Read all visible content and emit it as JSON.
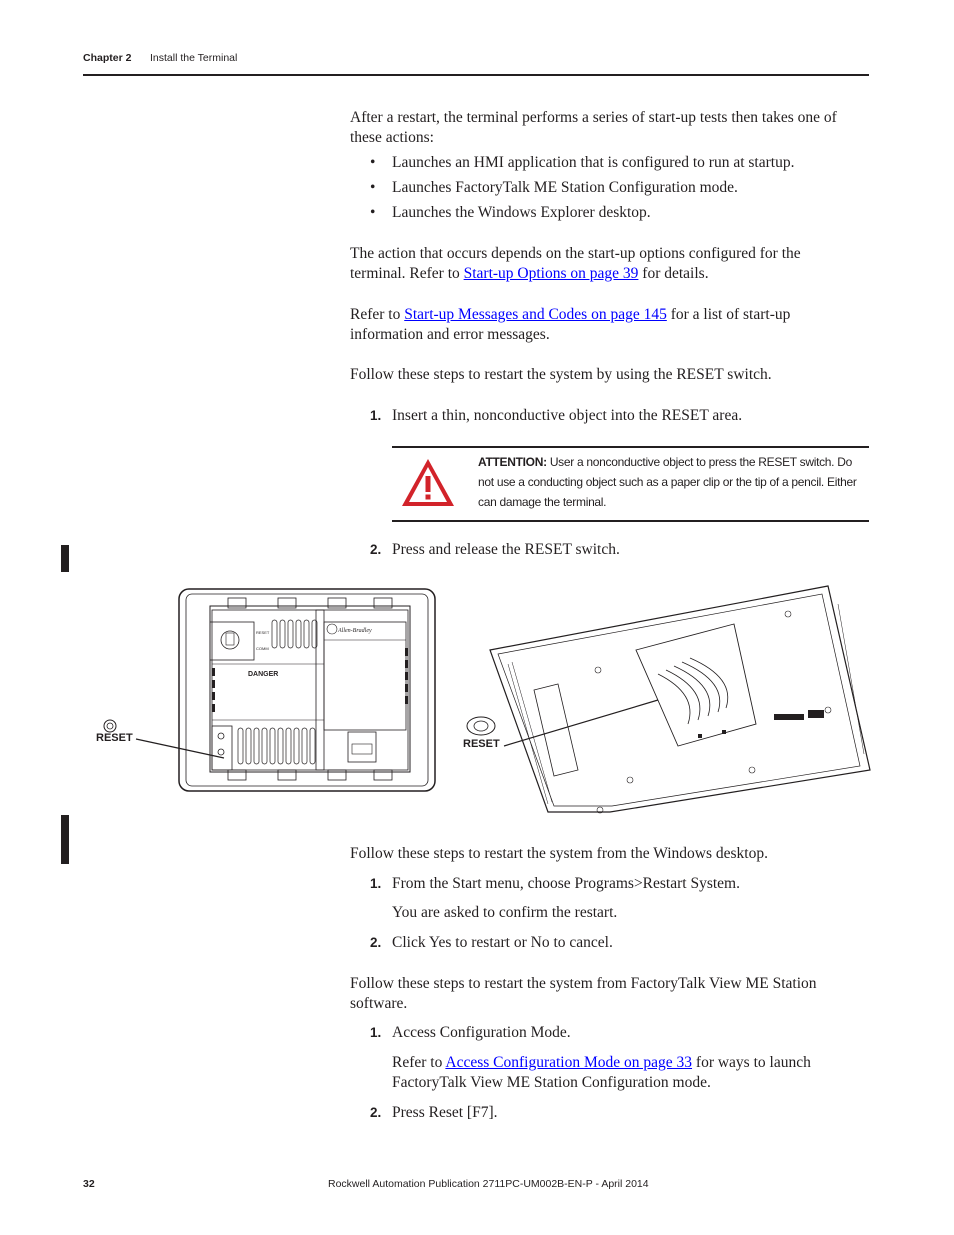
{
  "header": {
    "chapter": "Chapter 2",
    "title": "Install the Terminal"
  },
  "intro": {
    "text": "After a restart, the terminal performs a series of start-up tests then takes one of these actions:",
    "bullets": [
      "Launches an HMI application that is configured to run at startup.",
      "Launches FactoryTalk ME Station Configuration mode.",
      "Launches the Windows Explorer desktop."
    ]
  },
  "action_para": {
    "before": "The action that occurs depends on the start-up options configured for the terminal. Refer to ",
    "link": "Start-up Options on page 39",
    "after": " for details."
  },
  "refer_para": {
    "before": "Refer to ",
    "link": "Start-up Messages and Codes on page 145",
    "after": " for a list of start-up information and error messages."
  },
  "reset_section": {
    "intro": "Follow these steps to restart the system by using the RESET switch.",
    "step1_num": "1.",
    "step1": "Insert a thin, nonconductive object into the RESET area.",
    "attention_label": "ATTENTION:",
    "attention_text": " User a nonconductive object to press the RESET switch. Do not use a conducting object such as a paper clip or the tip of a pencil. Either can damage the terminal.",
    "step2_num": "2.",
    "step2": "Press and release the RESET switch."
  },
  "figure": {
    "label_left": "RESET",
    "label_right": "RESET",
    "danger_text": "DANGER",
    "brand_text": "Allen-Bradley",
    "port_labels": [
      "RESET",
      "COMM"
    ],
    "colors": {
      "attention_red": "#d2232a",
      "line": "#231f20"
    }
  },
  "desktop_section": {
    "intro": "Follow these steps to restart the system from the Windows desktop.",
    "step1_num": "1.",
    "step1": "From the Start menu, choose Programs>Restart System.",
    "step1_note": "You are asked to confirm the restart.",
    "step2_num": "2.",
    "step2": "Click Yes to restart or No to cancel."
  },
  "station_section": {
    "intro": "Follow these steps to restart the system from FactoryTalk View ME Station software.",
    "step1_num": "1.",
    "step1": "Access Configuration Mode.",
    "note_before": "Refer to ",
    "note_link": "Access Configuration Mode on page 33",
    "note_after": " for ways to launch FactoryTalk View ME Station Configuration mode.",
    "step2_num": "2.",
    "step2": "Press Reset [F7]."
  },
  "footer": {
    "page": "32",
    "publication": "Rockwell Automation Publication 2711PC-UM002B-EN-P - April 2014"
  }
}
